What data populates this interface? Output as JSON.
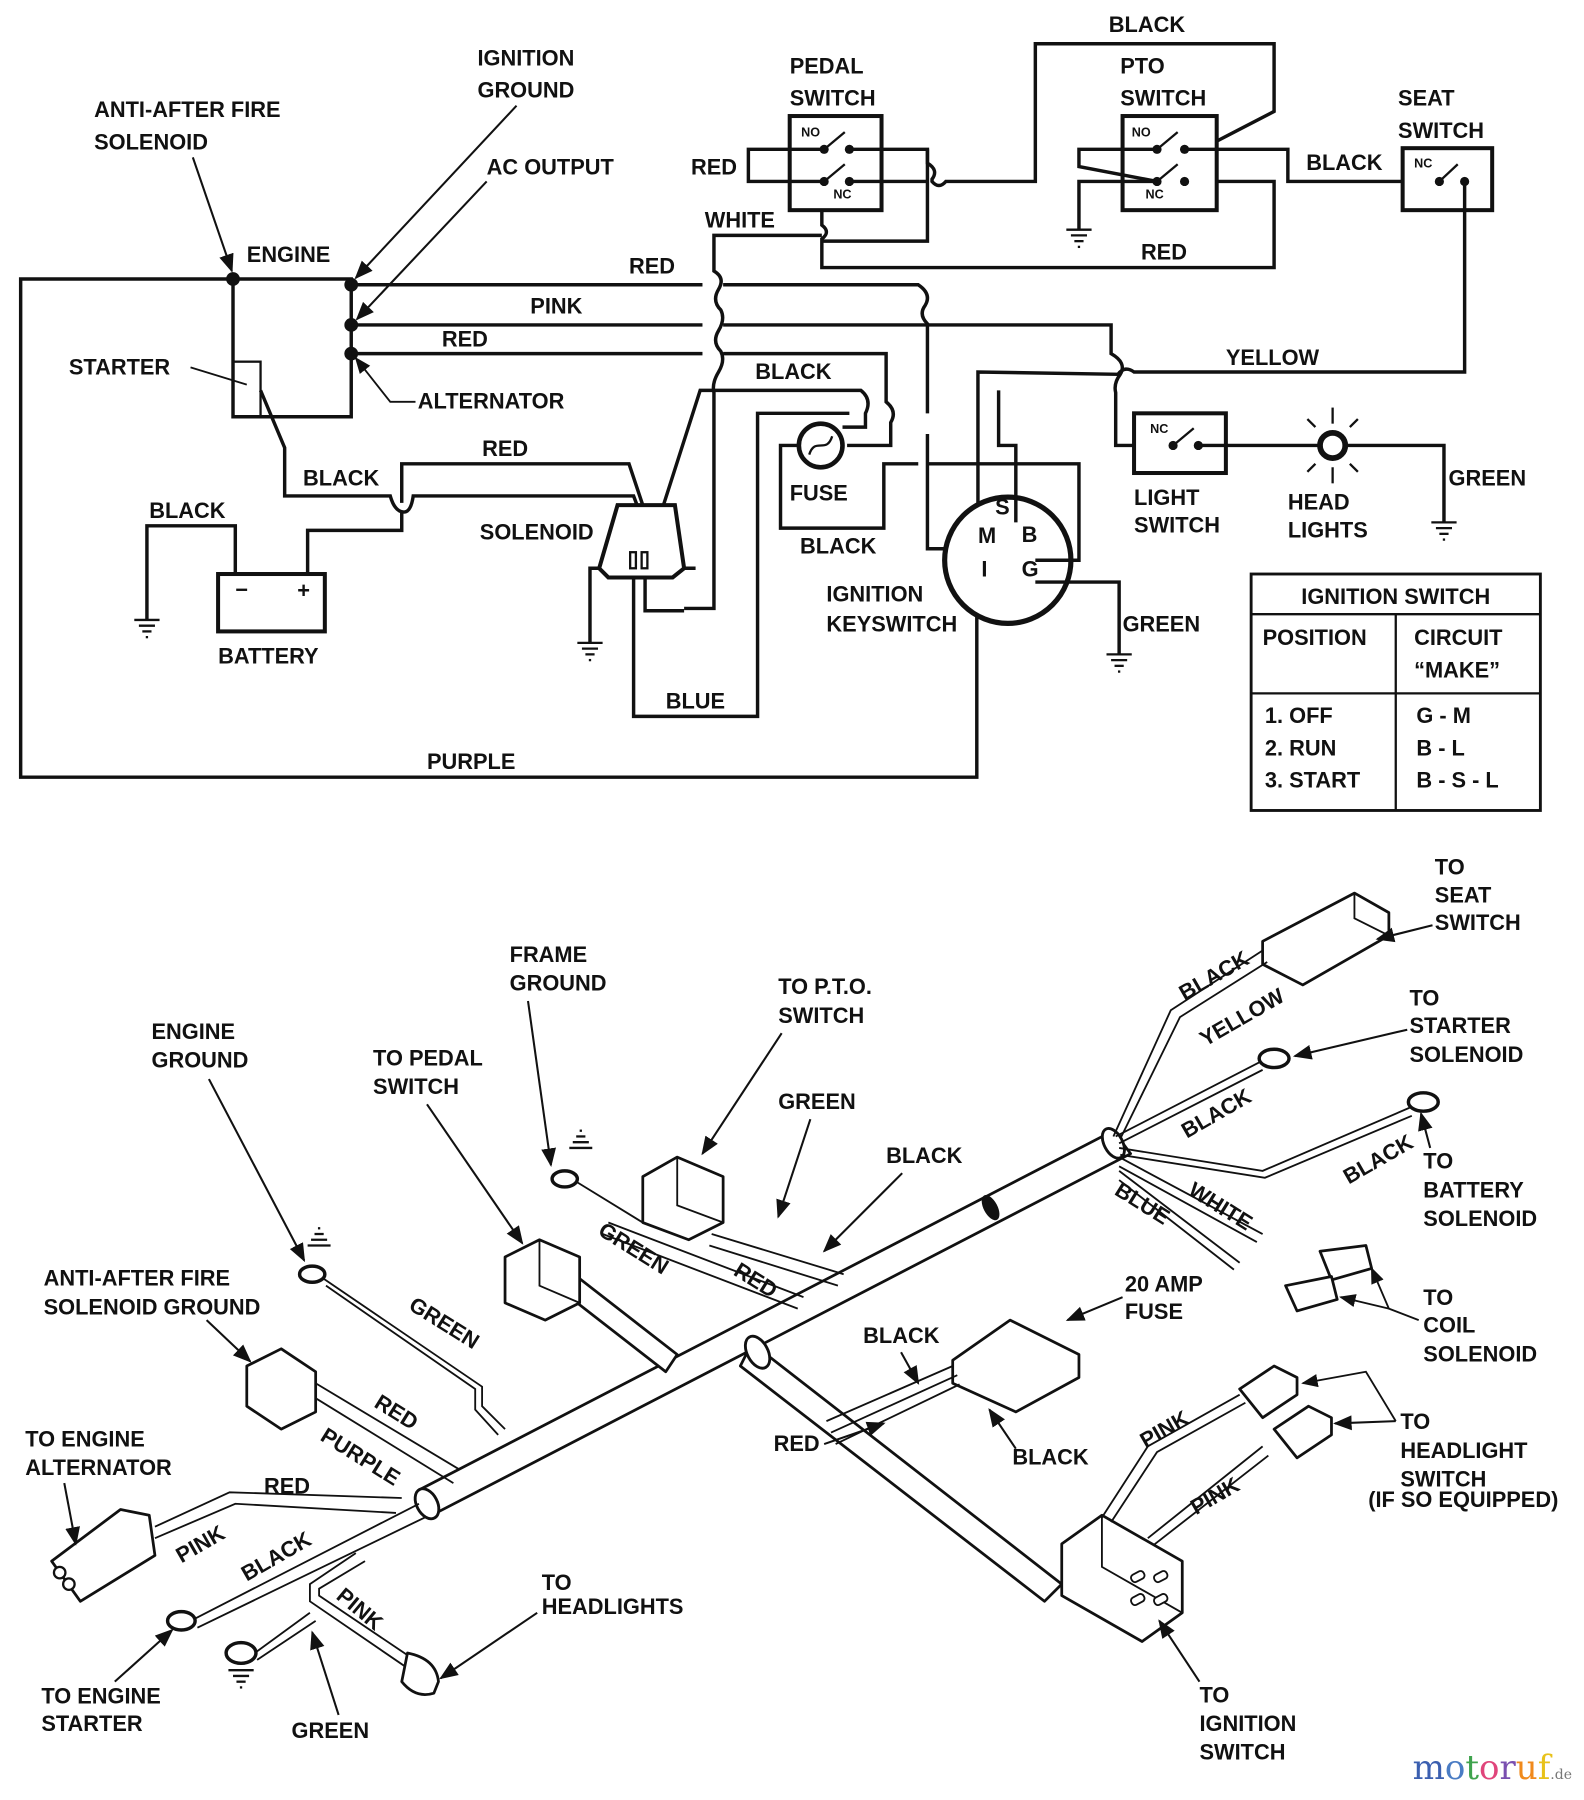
{
  "schematic": {
    "labels": {
      "anti_after_fire_solenoid": [
        "ANTI-AFTER FIRE",
        "SOLENOID"
      ],
      "ignition_ground": [
        "IGNITION",
        "GROUND"
      ],
      "ac_output": "AC OUTPUT",
      "engine": "ENGINE",
      "starter": "STARTER",
      "alternator": "ALTERNATOR",
      "pedal_switch": [
        "PEDAL",
        "SWITCH"
      ],
      "pto_switch": [
        "PTO",
        "SWITCH"
      ],
      "seat_switch": [
        "SEAT",
        "SWITCH"
      ],
      "solenoid": "SOLENOID",
      "battery": "BATTERY",
      "fuse": "FUSE",
      "ignition_keyswitch": [
        "IGNITION",
        "KEYSWITCH"
      ],
      "light_switch": [
        "LIGHT",
        "SWITCH"
      ],
      "head_lights": [
        "HEAD",
        "LIGHTS"
      ],
      "battery_minus": "−",
      "battery_plus": "+",
      "contact_no": "NO",
      "contact_nc": "NC",
      "terminal_s": "S",
      "terminal_m": "M",
      "terminal_b": "B",
      "terminal_g": "G",
      "terminal_i": "I"
    },
    "wires": {
      "black_top": "BLACK",
      "red_pedal": "RED",
      "white": "WHITE",
      "black_seat": "BLACK",
      "red_pto": "RED",
      "red_main": "RED",
      "pink_main": "PINK",
      "red_alt": "RED",
      "yellow": "YELLOW",
      "black_fuse_top": "BLACK",
      "red_solenoid": "RED",
      "black_starter": "BLACK",
      "black_battery": "BLACK",
      "black_fuse": "BLACK",
      "green_light": "GREEN",
      "green_key": "GREEN",
      "blue": "BLUE",
      "purple": "PURPLE"
    },
    "ignition_table": {
      "title": "IGNITION SWITCH",
      "headers": [
        "POSITION",
        [
          "CIRCUIT",
          "“MAKE”"
        ]
      ],
      "rows": [
        {
          "position": "1. OFF",
          "circuit": "G - M"
        },
        {
          "position": "2. RUN",
          "circuit": "B - L"
        },
        {
          "position": "3. START",
          "circuit": "B - S - L"
        }
      ]
    }
  },
  "harness": {
    "labels": {
      "engine_ground": [
        "ENGINE",
        "GROUND"
      ],
      "frame_ground": [
        "FRAME",
        "GROUND"
      ],
      "to_pedal_switch": [
        "TO PEDAL",
        "SWITCH"
      ],
      "to_pto_switch": [
        "TO P.T.O.",
        "SWITCH"
      ],
      "anti_after_fire_ground": [
        "ANTI-AFTER FIRE",
        "SOLENOID GROUND"
      ],
      "to_engine_alternator": [
        "TO ENGINE",
        "ALTERNATOR"
      ],
      "to_engine_starter": [
        "TO ENGINE",
        "STARTER"
      ],
      "to_headlights": [
        "TO",
        "HEADLIGHTS"
      ],
      "to_seat_switch": [
        "TO",
        "SEAT",
        "SWITCH"
      ],
      "to_starter_solenoid": [
        "TO",
        "STARTER",
        "SOLENOID"
      ],
      "to_battery_solenoid": [
        "TO",
        "BATTERY",
        "SOLENOID"
      ],
      "to_coil_solenoid": [
        "TO",
        "COIL",
        "SOLENOID"
      ],
      "twenty_amp_fuse": [
        "20 AMP",
        "FUSE"
      ],
      "to_headlight_switch": [
        "TO",
        "HEADLIGHT",
        "SWITCH",
        "(IF SO EQUIPPED)"
      ],
      "to_ignition_switch": [
        "TO",
        "IGNITION",
        "SWITCH"
      ]
    },
    "wires": {
      "green_engine": "GREEN",
      "green_frame": "GREEN",
      "red_pedal": "RED",
      "green_pto": "GREEN",
      "black_pto": "BLACK",
      "red_anti": "RED",
      "purple_anti": "PURPLE",
      "red_alt": "RED",
      "pink_alt": "PINK",
      "black_starter": "BLACK",
      "pink_headlights": "PINK",
      "green_ground": "GREEN",
      "black_seat": "BLACK",
      "yellow_seat": "YELLOW",
      "black_starter_sol": "BLACK",
      "black_battery_sol": "BLACK",
      "white_coil": "WHITE",
      "blue_coil": "BLUE",
      "black_fuse_1": "BLACK",
      "red_fuse": "RED",
      "black_fuse_2": "BLACK",
      "pink_hl_1": "PINK",
      "pink_hl_2": "PINK"
    }
  },
  "watermark": {
    "letters": [
      {
        "ch": "m",
        "color": "#3b5fb0"
      },
      {
        "ch": "o",
        "color": "#4a7cc4"
      },
      {
        "ch": "t",
        "color": "#3fa34d"
      },
      {
        "ch": "o",
        "color": "#e0457b"
      },
      {
        "ch": "r",
        "color": "#7a4fb0"
      },
      {
        "ch": "u",
        "color": "#f08a1c"
      },
      {
        "ch": "f",
        "color": "#e8c21a"
      }
    ],
    "suffix": ".de"
  }
}
